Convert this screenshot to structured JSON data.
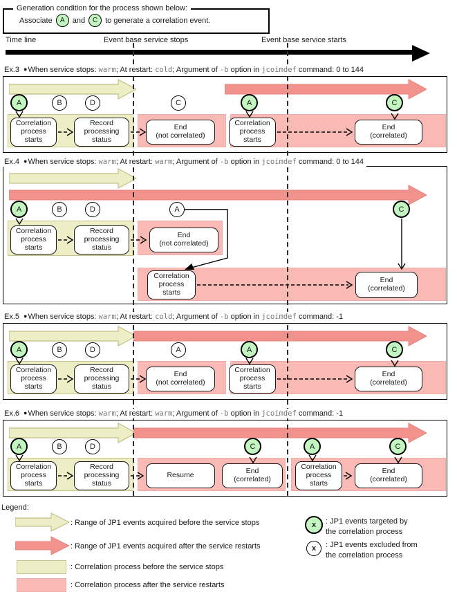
{
  "condition": {
    "title": "Generation condition for the process shown below:",
    "pre": "Associate",
    "event_a": "A",
    "mid": "and",
    "event_c": "C",
    "post": "to generate a correlation event."
  },
  "timeline": {
    "time_line": "Time line",
    "stops": "Event base service stops",
    "starts": "Event base service starts"
  },
  "panels": [
    {
      "label": {
        "ex": "Ex.3",
        "bullet": "●",
        "s1": "When service stops: ",
        "stop": "warm",
        "s2": "; At restart: ",
        "restart": "cold",
        "s3": "; Argument of ",
        "opt": "-b",
        "s4": " option in ",
        "cmd": "jcoimdef",
        "s5": " command: ",
        "val": "0 to 144"
      },
      "circles": {
        "a1": "A",
        "b": "B",
        "d": "D",
        "mid": "C",
        "a2": "A",
        "c2": "C"
      },
      "boxes": {
        "corr1": "Correlation\nprocess\nstarts",
        "record": "Record\nprocessing\nstatus",
        "end_nc": "End\n(not correlated)",
        "corr2": "Correlation\nprocess\nstarts",
        "end_c": "End\n(correlated)"
      }
    },
    {
      "label": {
        "ex": "Ex.4",
        "bullet": "●",
        "s1": "When service stops: ",
        "stop": "warm",
        "s2": "; At restart: ",
        "restart": "warm",
        "s3": "; Argument of ",
        "opt": "-b",
        "s4": " option in ",
        "cmd": "jcoimdef",
        "s5": " command: ",
        "val": "0 to 144"
      },
      "circles": {
        "a1": "A",
        "b": "B",
        "d": "D",
        "mid": "A",
        "c": "C"
      },
      "boxes": {
        "corr1": "Correlation\nprocess\nstarts",
        "record": "Record\nprocessing\nstatus",
        "end_nc": "End\n(not correlated)",
        "corr2": "Correlation\nprocess\nstarts",
        "end_c": "End\n(correlated)"
      }
    },
    {
      "label": {
        "ex": "Ex.5",
        "bullet": "●",
        "s1": "When service stops: ",
        "stop": "warm",
        "s2": "; At restart: ",
        "restart": "cold",
        "s3": "; Argument of ",
        "opt": "-b",
        "s4": " option in ",
        "cmd": "jcoimdef",
        "s5": " command: ",
        "val": "-1"
      },
      "circles": {
        "a1": "A",
        "b": "B",
        "d": "D",
        "mid": "A",
        "a2": "A",
        "c2": "C"
      },
      "boxes": {
        "corr1": "Correlation\nprocess\nstarts",
        "record": "Record\nprocessing\nstatus",
        "end_nc": "End\n(not correlated)",
        "corr2": "Correlation\nprocess\nstarts",
        "end_c": "End\n(correlated)"
      }
    },
    {
      "label": {
        "ex": "Ex.6",
        "bullet": "●",
        "s1": "When service stops: ",
        "stop": "warm",
        "s2": "; At restart: ",
        "restart": "warm",
        "s3": "; Argument of ",
        "opt": "-b",
        "s4": " option in ",
        "cmd": "jcoimdef",
        "s5": " command: ",
        "val": "-1"
      },
      "circles": {
        "a1": "A",
        "b": "B",
        "d": "D",
        "c1": "C",
        "a2": "A",
        "c2": "C"
      },
      "boxes": {
        "corr1": "Correlation\nprocess\nstarts",
        "record": "Record\nprocessing\nstatus",
        "resume": "Resume",
        "end_c1": "End\n(correlated)",
        "corr2": "Correlation\nprocess\nstarts",
        "end_c2": "End\n(correlated)"
      }
    }
  ],
  "legend": {
    "title": "Legend:",
    "before_arrow": ": Range of JP1 events acquired before the service stops",
    "after_arrow": ": Range of JP1 events acquired after the service restarts",
    "before_box": ": Correlation process before the service stops",
    "after_box": ": Correlation process after the service restarts",
    "targeted_symbol": "x",
    "targeted": ": JP1 events targeted by\nthe correlation process",
    "excluded_symbol": "x",
    "excluded": ": JP1 events excluded from\nthe correlation process"
  },
  "colors": {
    "yellow_fill": "#eeeec6",
    "pink_arrow": "#f2928d",
    "pink_region": "#f9b9b4",
    "green_event": "#c2f5bf",
    "timeline": "#000000"
  }
}
